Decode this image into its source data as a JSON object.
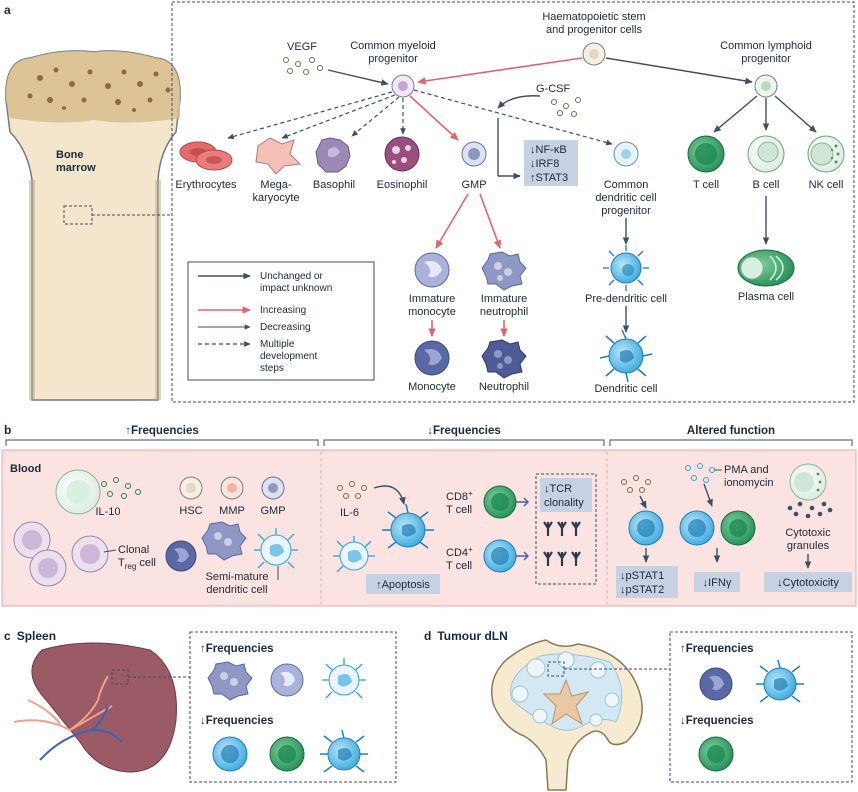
{
  "panels": {
    "a": "a",
    "b": "b",
    "c": "c",
    "d": "d"
  },
  "panel_a": {
    "bone_marrow": [
      "Bone",
      "marrow"
    ],
    "hspc": [
      "Haematopoietic stem",
      "and progenitor cells"
    ],
    "cmp": [
      "Common myeloid",
      "progenitor"
    ],
    "clp": [
      "Common lymphoid",
      "progenitor"
    ],
    "vegf": "VEGF",
    "gcsf": "G-CSF",
    "tf": [
      "↓NF-κB",
      "↓IRF8",
      "↑STAT3"
    ],
    "cells": {
      "erythrocytes": "Erythrocytes",
      "megakaryocyte": [
        "Mega-",
        "karyocyte"
      ],
      "basophil": "Basophil",
      "eosinophil": "Eosinophil",
      "gmp": "GMP",
      "cdp": [
        "Common",
        "dendritic cell",
        "progenitor"
      ],
      "t_cell": "T cell",
      "b_cell": "B cell",
      "nk_cell": "NK cell",
      "plasma_cell": "Plasma cell",
      "immature_monocyte": [
        "Immature",
        "monocyte"
      ],
      "immature_neutrophil": [
        "Immature",
        "neutrophil"
      ],
      "pre_dc": "Pre-dendritic cell",
      "monocyte": "Monocyte",
      "neutrophil": "Neutrophil",
      "dc": "Dendritic cell"
    },
    "legend": [
      {
        "key": "unchanged",
        "lines": [
          "Unchanged or",
          "impact unknown"
        ],
        "color": "#3d4f63",
        "dash": false
      },
      {
        "key": "increasing",
        "lines": [
          "Increasing"
        ],
        "color": "#e0646c",
        "dash": false
      },
      {
        "key": "decreasing",
        "lines": [
          "Decreasing"
        ],
        "color": "#3d4f63",
        "dash": false
      },
      {
        "key": "multiple",
        "lines": [
          "Multiple",
          "development",
          "steps"
        ],
        "color": "#3d4f63",
        "dash": true
      }
    ]
  },
  "panel_b": {
    "headers": [
      "↑Frequencies",
      "↓Frequencies",
      "Altered function"
    ],
    "blood": "Blood",
    "il10": "IL-10",
    "hsc": "HSC",
    "mmp": "MMP",
    "gmp": "GMP",
    "clonal_treg": [
      "Clonal",
      "T",
      "reg",
      " cell"
    ],
    "semi_dc": [
      "Semi-mature",
      "dendritic cell"
    ],
    "il6": "IL-6",
    "apoptosis": "↑Apoptosis",
    "cd8": [
      "CD8",
      "+",
      "T cell"
    ],
    "cd4": [
      "CD4",
      "+",
      "T cell"
    ],
    "tcr": [
      "↓TCR",
      "clonality"
    ],
    "pma": [
      "PMA and",
      "ionomycin"
    ],
    "pstat": [
      "↓pSTAT1",
      "↓pSTAT2"
    ],
    "ifn": "↓IFNγ",
    "cytotoxic_granules": [
      "Cytotoxic",
      "granules"
    ],
    "cytotoxicity": "↓Cytotoxicity"
  },
  "panel_c": {
    "title": "Spleen",
    "up": "↑Frequencies",
    "down": "↓Frequencies"
  },
  "panel_d": {
    "title": "Tumour dLN",
    "up": "↑Frequencies",
    "down": "↓Frequencies"
  },
  "colors": {
    "increasing": "#e0646c",
    "neutral": "#3d4f63",
    "label_box": "#c7d1e4",
    "blood_band": "#fbe3e1",
    "blood_border": "#e9aaa7",
    "bone": "#f3e6cc",
    "spleen": "#9a5a66",
    "dc_blue": "#2fa4dc",
    "t_cell_green": "#1d8a52",
    "monocyte_purple": "#5a68a6"
  }
}
